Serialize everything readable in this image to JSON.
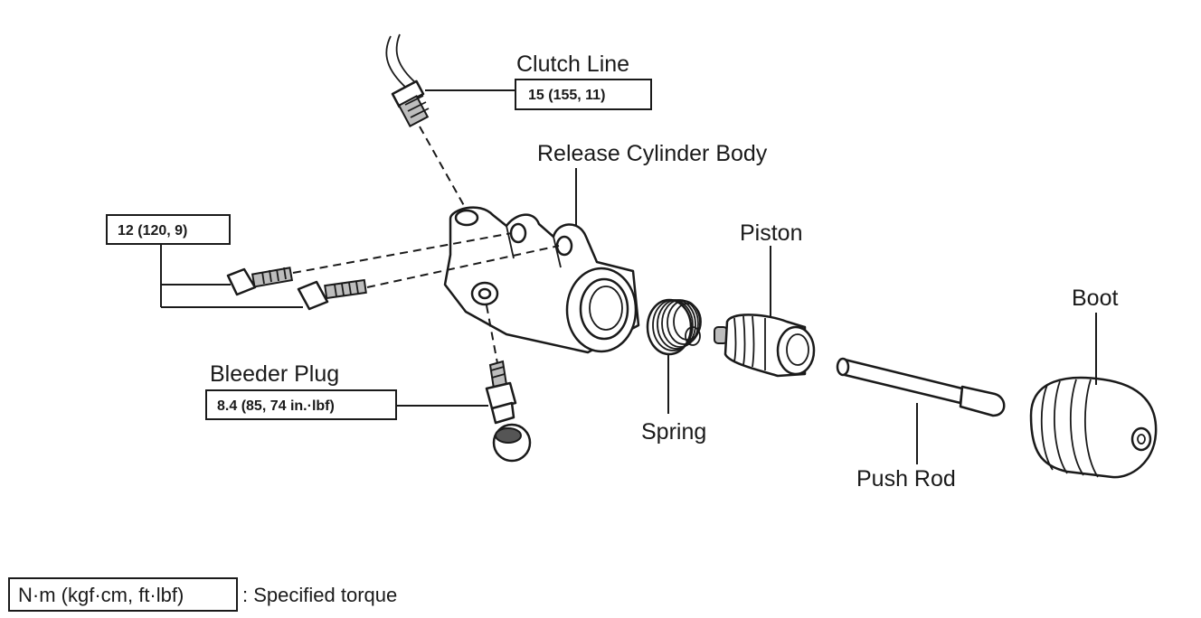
{
  "labels": {
    "clutch_line": "Clutch Line",
    "release_cylinder_body": "Release Cylinder Body",
    "piston": "Piston",
    "boot": "Boot",
    "bleeder_plug": "Bleeder Plug",
    "spring": "Spring",
    "push_rod": "Push Rod"
  },
  "torques": {
    "clutch_line": "15 (155, 11)",
    "bolts": "12 (120, 9)",
    "bleeder_plug": "8.4 (85, 74 in.·lbf)"
  },
  "legend": {
    "unit_box": "N·m (kgf·cm, ft·lbf)",
    "description": ": Specified torque"
  },
  "colors": {
    "ink": "#1a1a1a",
    "background": "#ffffff"
  }
}
